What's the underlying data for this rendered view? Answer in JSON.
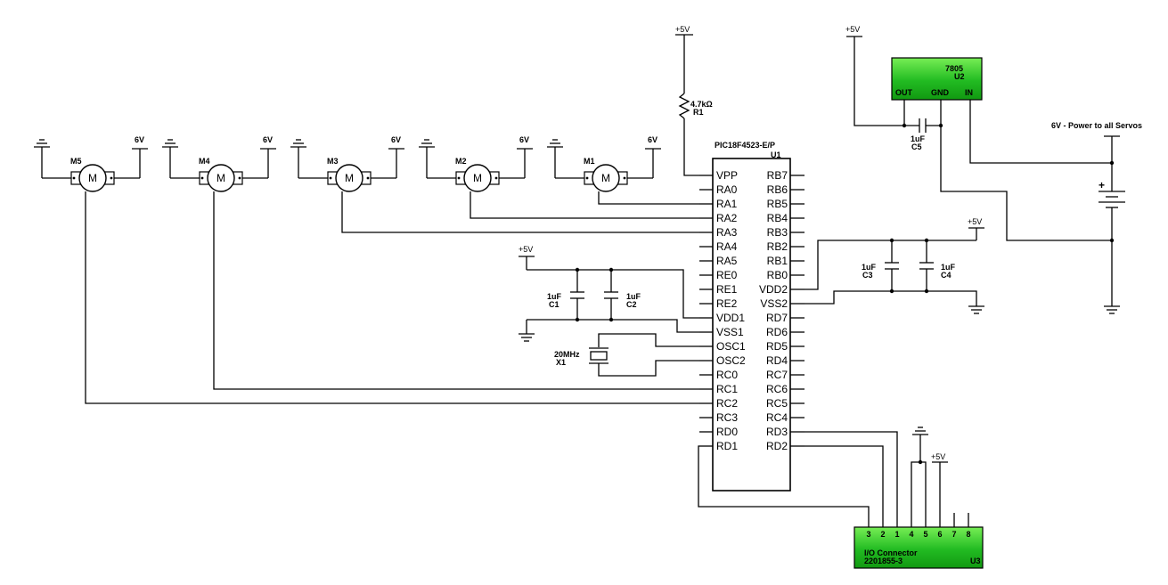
{
  "mcu": {
    "part": "PIC18F4523-E/P",
    "ref": "U1",
    "left_pins": [
      "VPP",
      "RA0",
      "RA1",
      "RA2",
      "RA3",
      "RA4",
      "RA5",
      "RE0",
      "RE1",
      "RE2",
      "VDD1",
      "VSS1",
      "OSC1",
      "OSC2",
      "RC0",
      "RC1",
      "RC2",
      "RC3",
      "RD0",
      "RD1"
    ],
    "right_pins": [
      "RB7",
      "RB6",
      "RB5",
      "RB4",
      "RB3",
      "RB2",
      "RB1",
      "RB0",
      "VDD2",
      "VSS2",
      "RD7",
      "RD6",
      "RD5",
      "RD4",
      "RC7",
      "RC6",
      "RC5",
      "RC4",
      "RD3",
      "RD2"
    ]
  },
  "motors": [
    {
      "ref": "M5",
      "symbol": "M",
      "supply": "6V"
    },
    {
      "ref": "M4",
      "symbol": "M",
      "supply": "6V"
    },
    {
      "ref": "M3",
      "symbol": "M",
      "supply": "6V"
    },
    {
      "ref": "M2",
      "symbol": "M",
      "supply": "6V"
    },
    {
      "ref": "M1",
      "symbol": "M",
      "supply": "6V"
    }
  ],
  "resistor": {
    "value": "4.7kΩ",
    "ref": "R1",
    "supply": "+5V"
  },
  "caps": {
    "c1": {
      "value": "1uF",
      "ref": "C1"
    },
    "c2": {
      "value": "1uF",
      "ref": "C2"
    },
    "c3": {
      "value": "1uF",
      "ref": "C3"
    },
    "c4": {
      "value": "1uF",
      "ref": "C4"
    },
    "c5": {
      "value": "1uF",
      "ref": "C5"
    }
  },
  "crystal": {
    "value": "20MHz",
    "ref": "X1"
  },
  "regulator": {
    "part": "7805",
    "ref": "U2",
    "pins": [
      "OUT",
      "GND",
      "IN"
    ],
    "color": "#22bb22"
  },
  "connector": {
    "name": "I/O Connector",
    "part": "2201855-3",
    "ref": "U3",
    "pins": [
      "3",
      "2",
      "1",
      "4",
      "5",
      "6",
      "7",
      "8"
    ],
    "color": "#22bb22"
  },
  "power": {
    "vcc": "+5V",
    "servo_supply_label": "6V - Power to all Servos",
    "battery_plus": "+"
  }
}
